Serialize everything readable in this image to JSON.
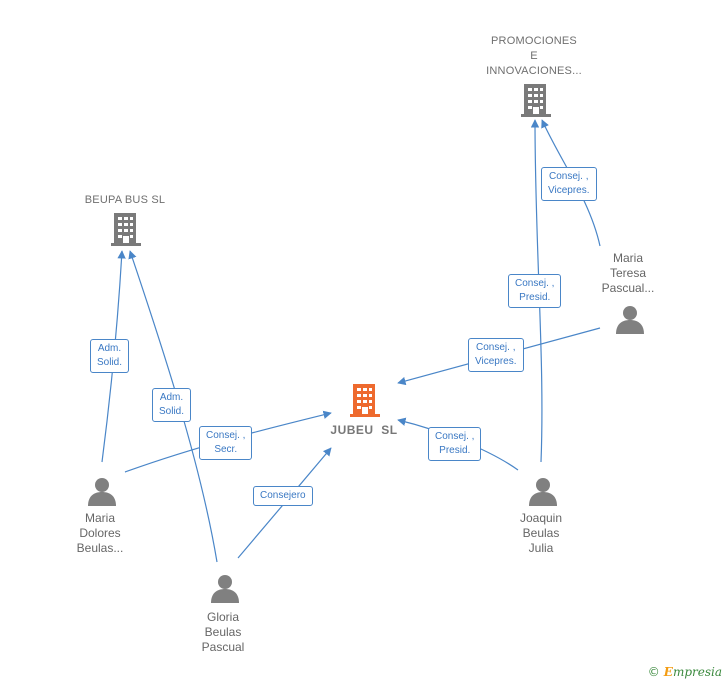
{
  "colors": {
    "edge": "#4a86c8",
    "company_icon": "#7a7a7a",
    "main_icon": "#ee6a2e",
    "person_icon": "#808080"
  },
  "nodes": {
    "promociones": {
      "label_lines": [
        "PROMOCIONES",
        "E",
        "INNOVACIONES..."
      ]
    },
    "beupa": {
      "label_lines": [
        "BEUPA BUS SL"
      ]
    },
    "jubeu": {
      "label_lines": [
        "JUBEU  SL"
      ]
    },
    "maria_teresa": {
      "label_lines": [
        "Maria",
        "Teresa",
        "Pascual..."
      ]
    },
    "maria_dolores": {
      "label_lines": [
        "Maria",
        "Dolores",
        "Beulas..."
      ]
    },
    "joaquin": {
      "label_lines": [
        "Joaquin",
        "Beulas",
        "Julia"
      ]
    },
    "gloria": {
      "label_lines": [
        "Gloria",
        "Beulas",
        "Pascual"
      ]
    }
  },
  "edges": {
    "teresa_promociones": [
      "Consej. ,",
      "Vicepres."
    ],
    "joaquin_promociones": [
      "Consej. ,",
      "Presid."
    ],
    "teresa_jubeu": [
      "Consej. ,",
      "Vicepres."
    ],
    "joaquin_jubeu": [
      "Consej. ,",
      "Presid."
    ],
    "dolores_beupa": [
      "Adm.",
      "Solid."
    ],
    "gloria_beupa": [
      "Adm.",
      "Solid."
    ],
    "dolores_jubeu": [
      "Consej. ,",
      "Secr."
    ],
    "gloria_jubeu": [
      "Consejero"
    ]
  },
  "brand": {
    "copyright": "©",
    "name_initial": "E",
    "name_rest": "mpresia"
  }
}
